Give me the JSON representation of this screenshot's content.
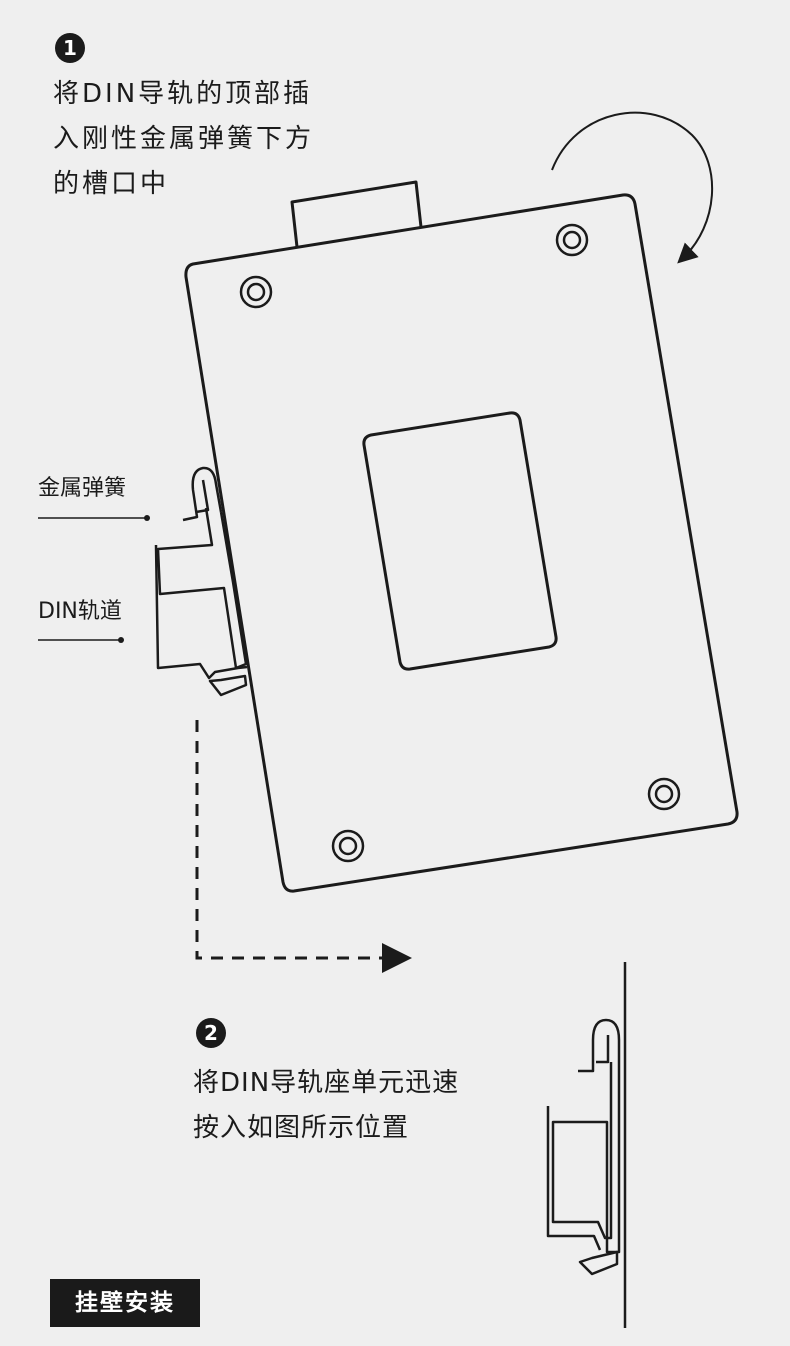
{
  "steps": [
    {
      "number": "1",
      "lines": [
        "将DIN导轨的顶部插",
        "入刚性金属弹簧下方",
        "的槽口中"
      ]
    },
    {
      "number": "2",
      "lines": [
        "将DIN导轨座单元迅速",
        "按入如图所示位置"
      ]
    }
  ],
  "callouts": {
    "spring": "金属弹簧",
    "rail": "DIN轨道"
  },
  "footer": {
    "label": "挂壁安装"
  },
  "colors": {
    "background": "#efefef",
    "line": "#1b1b1b",
    "tag_background": "#1a1a1a"
  }
}
